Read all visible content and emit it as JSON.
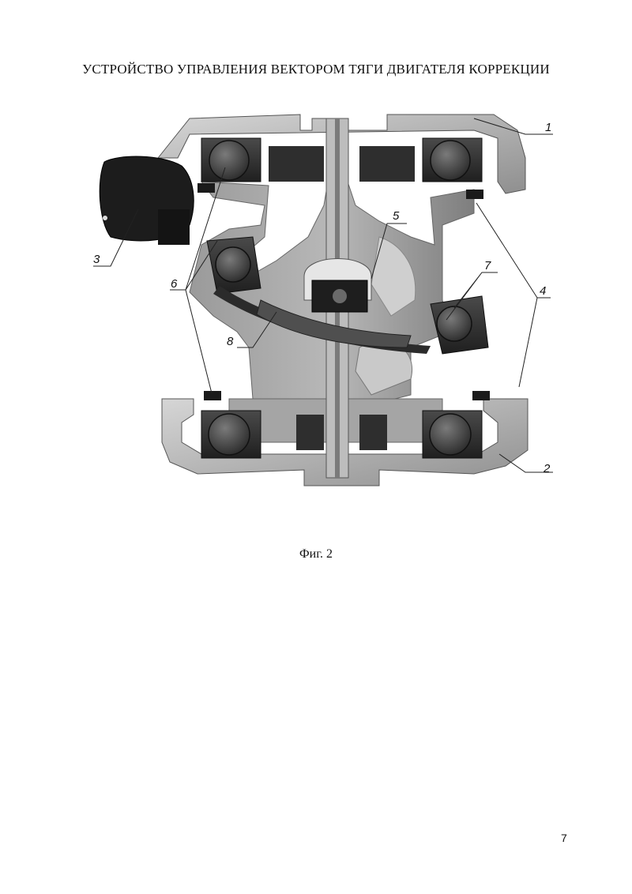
{
  "document": {
    "title": "УСТРОЙСТВО УПРАВЛЕНИЯ ВЕКТОРОМ ТЯГИ ДВИГАТЕЛЯ КОРРЕКЦИИ",
    "figure_caption": "Фиг. 2",
    "page_number": "7"
  },
  "figure": {
    "callouts": {
      "c1": "1",
      "c2": "2",
      "c3": "3",
      "c4": "4",
      "c5": "5",
      "c6": "6",
      "c7": "7",
      "c8": "8"
    }
  }
}
